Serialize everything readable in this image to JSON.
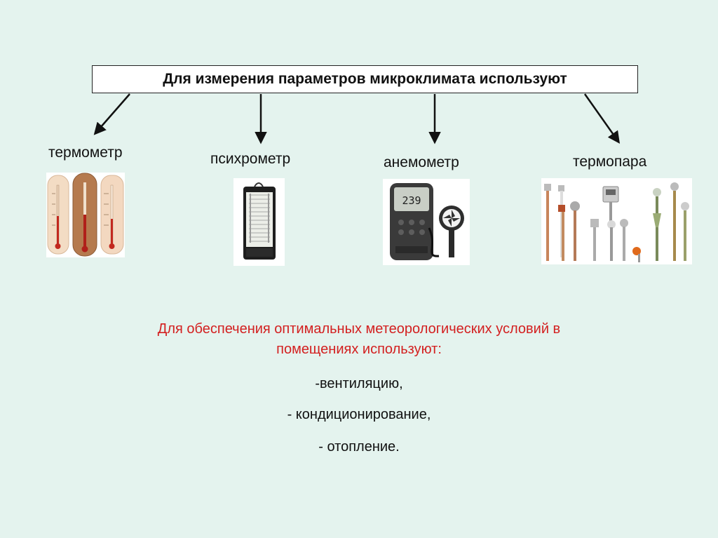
{
  "title": "Для измерения параметров микроклимата используют",
  "instruments": [
    {
      "label": "термометр",
      "icon": "thermometers-image"
    },
    {
      "label": "психрометр",
      "icon": "psychrometer-image"
    },
    {
      "label": "анемометр",
      "icon": "anemometer-image"
    },
    {
      "label": "термопара",
      "icon": "thermocouple-image"
    }
  ],
  "anemometer_display": "239",
  "conditions": {
    "line1": "Для обеспечения оптимальных метеорологических условий в",
    "line2": "помещениях используют:",
    "items": [
      "-вентиляцию,",
      "- кондиционирование,",
      "- отопление."
    ]
  },
  "colors": {
    "background": "#e4f3ee",
    "accent_red": "#d32020",
    "box_border": "#222222"
  }
}
